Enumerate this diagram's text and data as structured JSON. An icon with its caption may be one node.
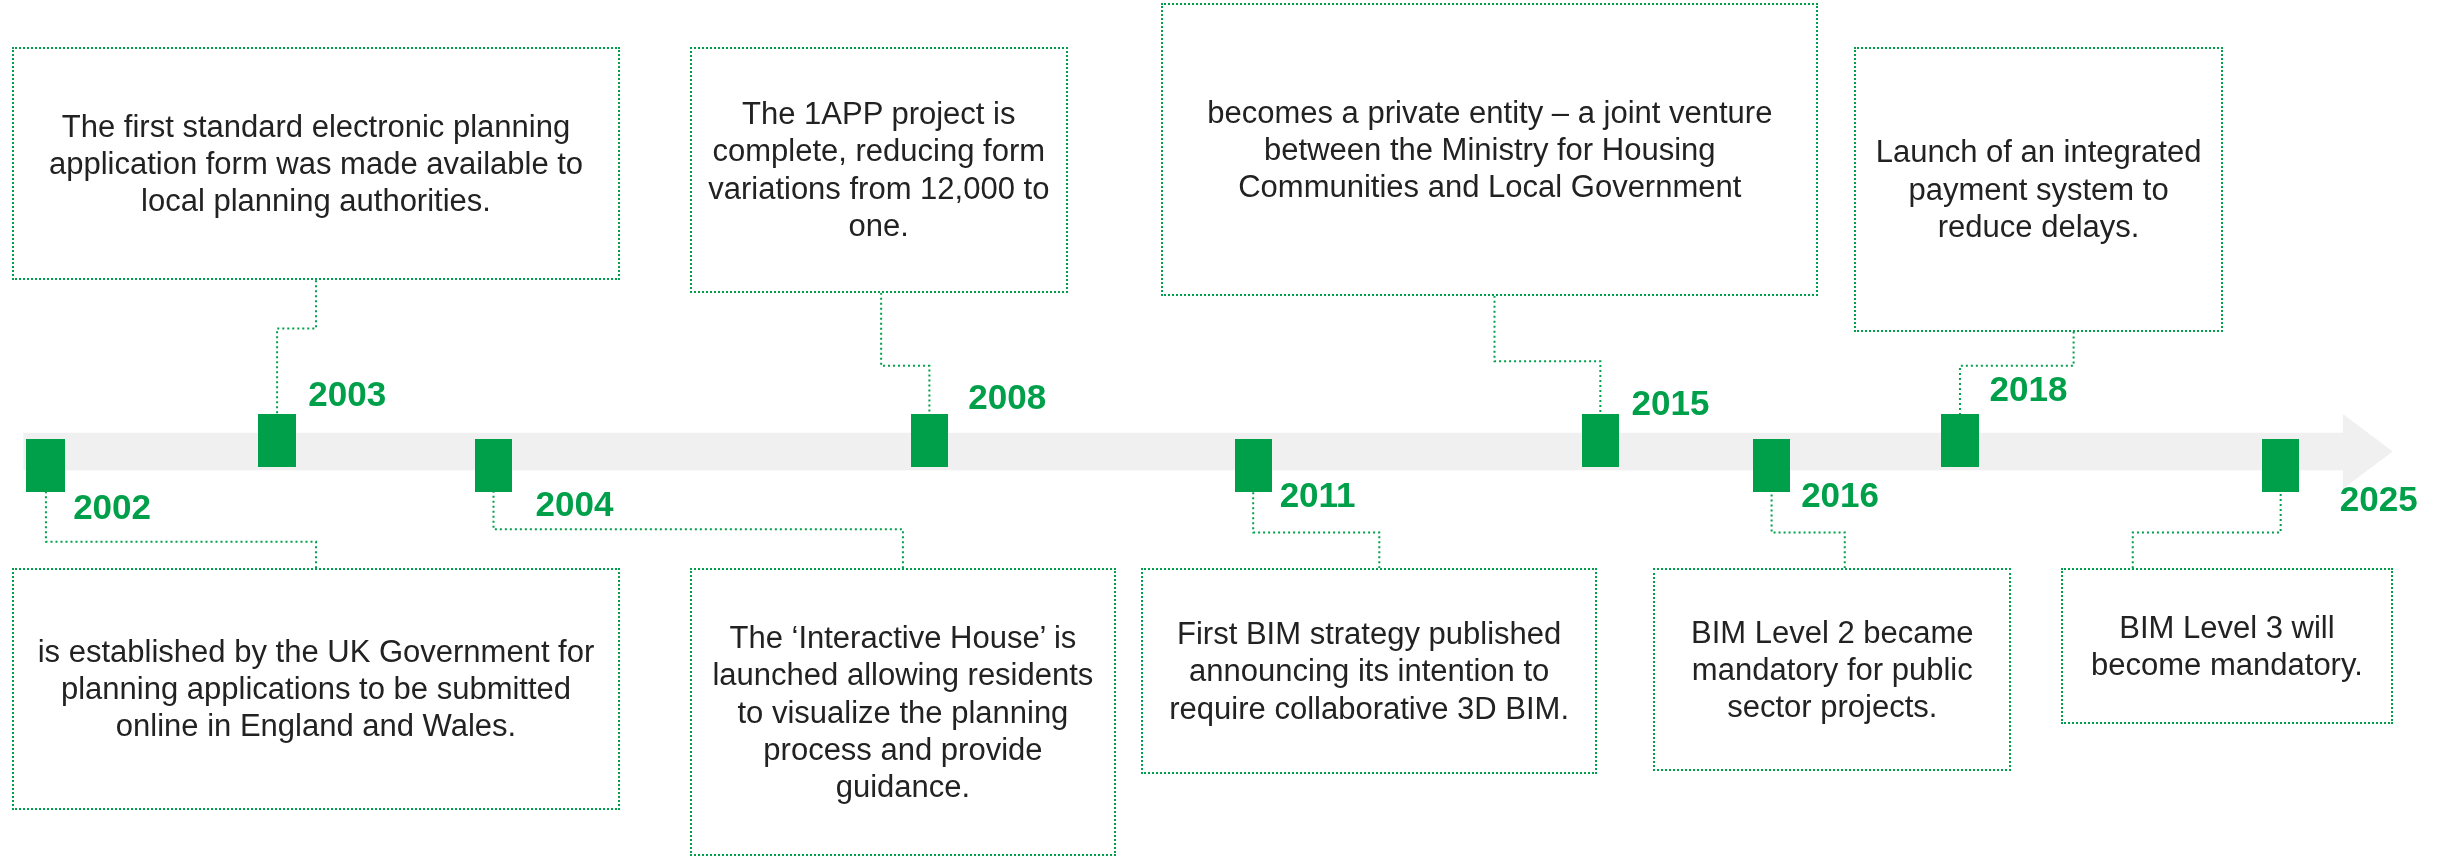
{
  "diagram": {
    "nodes": [
      {
        "text": [
          "is established by the UK Government for planning applications to be submitted online in England and Wales."
        ]
      },
      {
        "text": [
          "The first standard electronic planning application form was made available to local planning authorities."
        ]
      },
      {
        "text": [
          "The ‘Interactive House’ is launched allowing residents to visualize the planning process and provide guidance."
        ]
      },
      {
        "text": [
          "The 1APP project is complete, reducing form variations from 12,000 to one."
        ]
      },
      {
        "text": [
          "First BIM strategy published announcing its intention to require collaborative 3D BIM."
        ]
      },
      {
        "text": [
          "becomes a private entity – a joint venture between the Ministry for Housing Communities and Local Government"
        ]
      },
      {
        "text": [
          "BIM Level 2 became mandatory for public sector projects."
        ]
      },
      {
        "text": [
          "Launch of an integrated payment system to reduce delays."
        ]
      },
      {
        "text": [
          "BIM Level 3 will become mandatory."
        ]
      },
      {
        "text": [],
        "shape": "box",
        "beside": [
          "2002"
        ]
      },
      {
        "text": [],
        "shape": "box",
        "beside": [
          "2003"
        ]
      },
      {
        "text": [],
        "shape": "box",
        "beside": [
          "2004"
        ]
      },
      {
        "text": [],
        "shape": "box",
        "beside": [
          "2008"
        ]
      },
      {
        "text": [],
        "shape": "box",
        "beside": [
          "2011"
        ]
      },
      {
        "text": [],
        "shape": "box",
        "beside": [
          "2015"
        ]
      },
      {
        "text": [],
        "shape": "box",
        "beside": [
          "2016"
        ]
      },
      {
        "text": [],
        "shape": "box",
        "beside": [
          "2018"
        ]
      },
      {
        "text": [],
        "shape": "box",
        "beside": [
          "2025"
        ]
      }
    ],
    "edges": [
      {
        "from": 0,
        "to": 9,
        "arrow": "none"
      },
      {
        "from": 1,
        "to": 10,
        "arrow": "none"
      },
      {
        "from": 2,
        "to": 11,
        "arrow": "none"
      },
      {
        "from": 3,
        "to": 12,
        "arrow": "none"
      },
      {
        "from": 4,
        "to": 13,
        "arrow": "none"
      },
      {
        "from": 5,
        "to": 14,
        "arrow": "none"
      },
      {
        "from": 6,
        "to": 15,
        "arrow": "none"
      },
      {
        "from": 7,
        "to": 16,
        "arrow": "none"
      },
      {
        "from": 8,
        "to": 17,
        "arrow": "none"
      }
    ]
  }
}
